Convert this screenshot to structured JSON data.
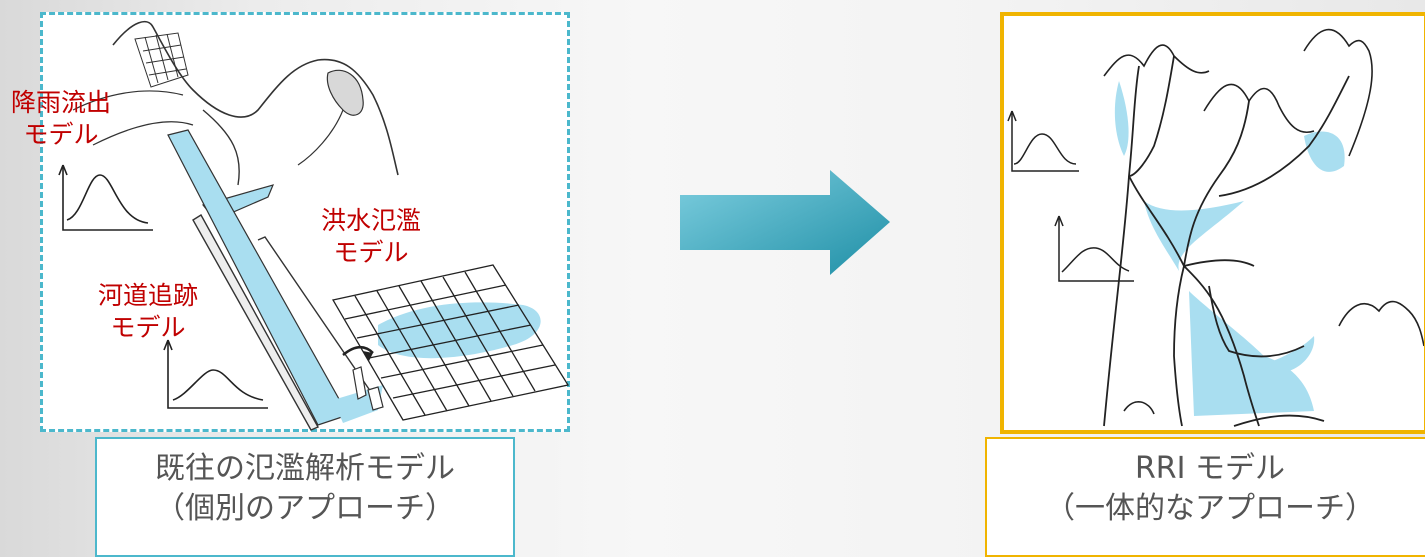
{
  "left_panel": {
    "labels": {
      "rainfall_runoff": {
        "line1": "降雨流出",
        "line2": "モデル"
      },
      "flood_inundation": {
        "line1": "洪水氾濫",
        "line2": "モデル"
      },
      "channel_routing": {
        "line1": "河道追跡",
        "line2": "モデル"
      }
    },
    "caption": {
      "line1": "既往の氾濫解析モデル",
      "line2": "（個別のアプローチ）"
    }
  },
  "right_panel": {
    "caption": {
      "line1": "RRI モデル",
      "line2": "（一体的なアプローチ）"
    }
  },
  "colors": {
    "water": "#a9def0",
    "left_border": "#4cb8cc",
    "right_border": "#f0b400",
    "label_red": "#c00000",
    "arrow_start": "#7fcfe0",
    "arrow_end": "#1f8fa6"
  },
  "arrow_icon": "right-arrow-icon"
}
